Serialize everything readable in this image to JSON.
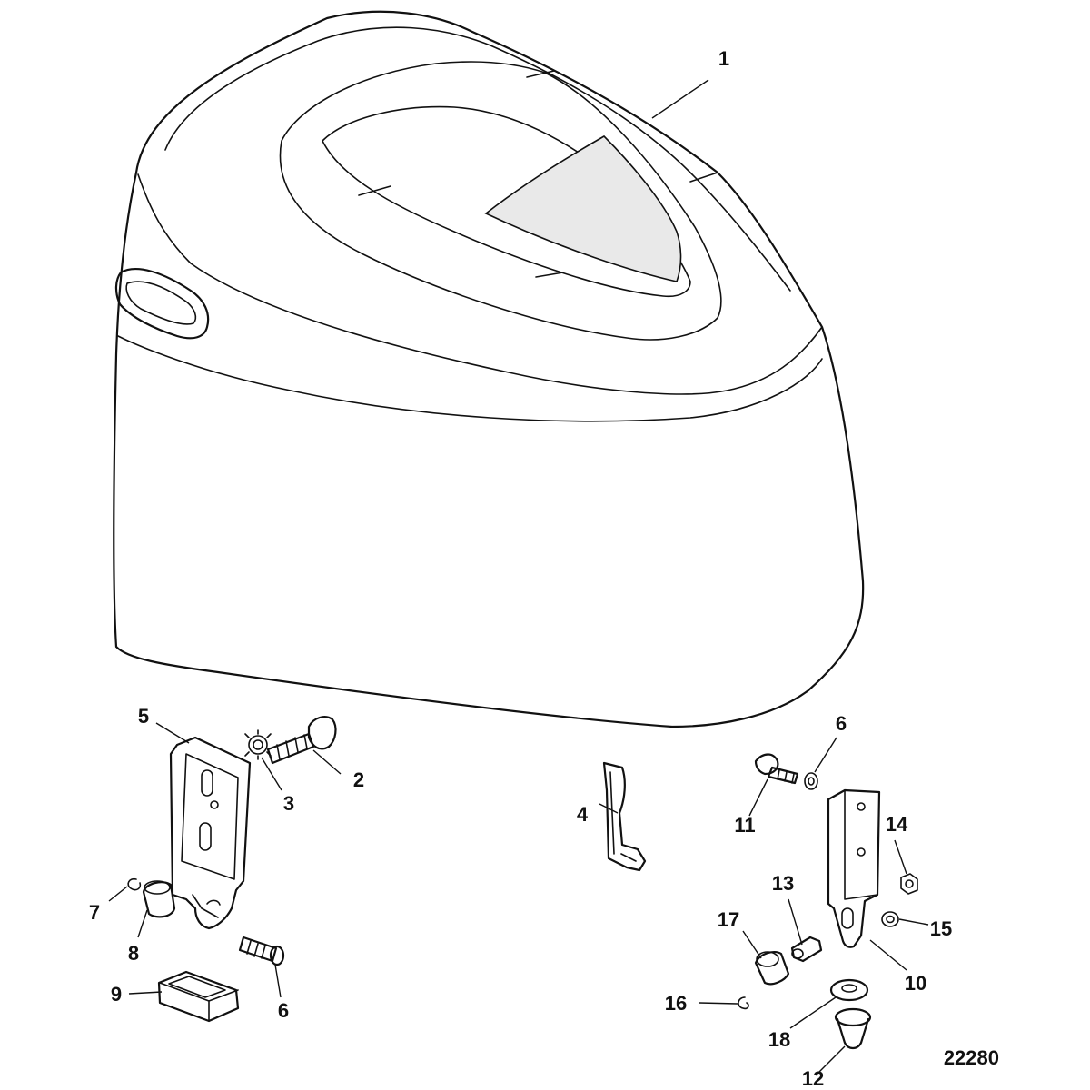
{
  "callouts": [
    {
      "id": "c1",
      "label": "1"
    },
    {
      "id": "c2",
      "label": "2"
    },
    {
      "id": "c3",
      "label": "3"
    },
    {
      "id": "c4",
      "label": "4"
    },
    {
      "id": "c5",
      "label": "5"
    },
    {
      "id": "c6a",
      "label": "6"
    },
    {
      "id": "c6b",
      "label": "6"
    },
    {
      "id": "c7",
      "label": "7"
    },
    {
      "id": "c8",
      "label": "8"
    },
    {
      "id": "c9",
      "label": "9"
    },
    {
      "id": "c10",
      "label": "10"
    },
    {
      "id": "c11",
      "label": "11"
    },
    {
      "id": "c12",
      "label": "12"
    },
    {
      "id": "c13",
      "label": "13"
    },
    {
      "id": "c14",
      "label": "14"
    },
    {
      "id": "c15",
      "label": "15"
    },
    {
      "id": "c16",
      "label": "16"
    },
    {
      "id": "c17",
      "label": "17"
    },
    {
      "id": "c18",
      "label": "18"
    }
  ],
  "figure_number": "22280",
  "colors": {
    "line": "#111111",
    "background": "#ffffff"
  }
}
